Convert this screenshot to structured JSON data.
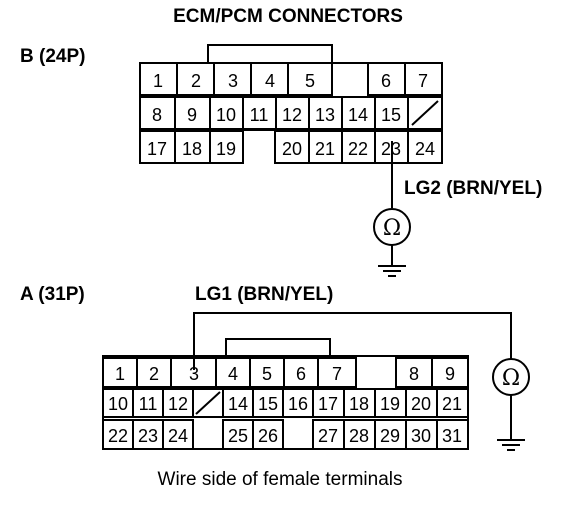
{
  "title": "ECM/PCM CONNECTORS",
  "connector_b": {
    "label": "B (24P)",
    "pins": [
      "1",
      "2",
      "3",
      "4",
      "5",
      "6",
      "7",
      "8",
      "9",
      "10",
      "11",
      "12",
      "13",
      "14",
      "15",
      "17",
      "18",
      "19",
      "20",
      "21",
      "22",
      "23",
      "24"
    ]
  },
  "connector_a": {
    "label": "A (31P)",
    "pins": [
      "1",
      "2",
      "3",
      "4",
      "5",
      "6",
      "7",
      "8",
      "9",
      "10",
      "11",
      "12",
      "14",
      "15",
      "16",
      "17",
      "18",
      "19",
      "20",
      "21",
      "22",
      "23",
      "24",
      "25",
      "26",
      "27",
      "28",
      "29",
      "30",
      "31"
    ]
  },
  "wires": {
    "lg2": "LG2 (BRN/YEL)",
    "lg1": "LG1 (BRN/YEL)"
  },
  "meter_symbol": "Ω",
  "caption": "Wire side of female terminals"
}
